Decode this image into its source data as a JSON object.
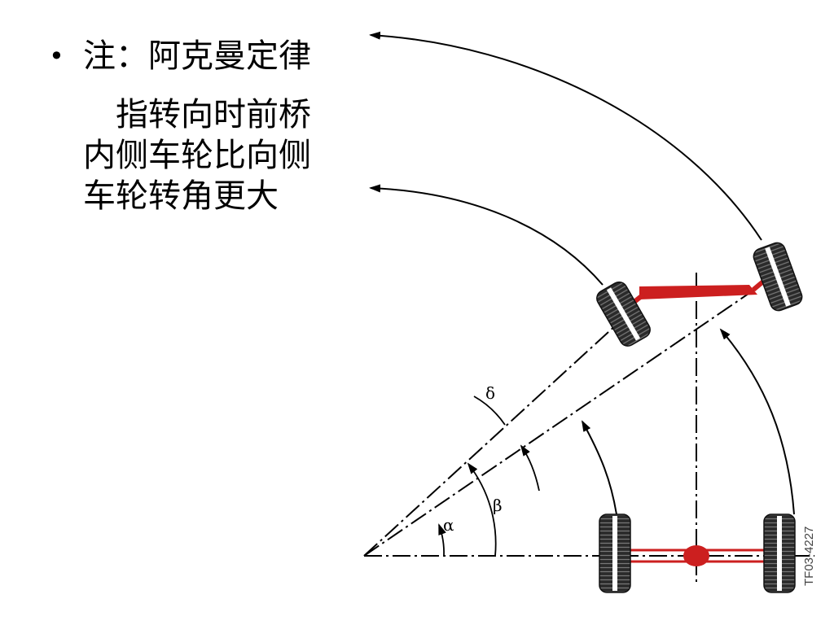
{
  "slide": {
    "bullet_heading": "注：阿克曼定律",
    "body_text": "指转向时前桥内侧车轮比向侧车轮转角更大"
  },
  "diagram": {
    "labels": {
      "delta": "δ",
      "beta": "β",
      "alpha": "α"
    },
    "code": "TF03-4227",
    "colors": {
      "tie_rod": "#cc1f1f",
      "tire": "#2a2a2a",
      "line": "#000000"
    }
  }
}
